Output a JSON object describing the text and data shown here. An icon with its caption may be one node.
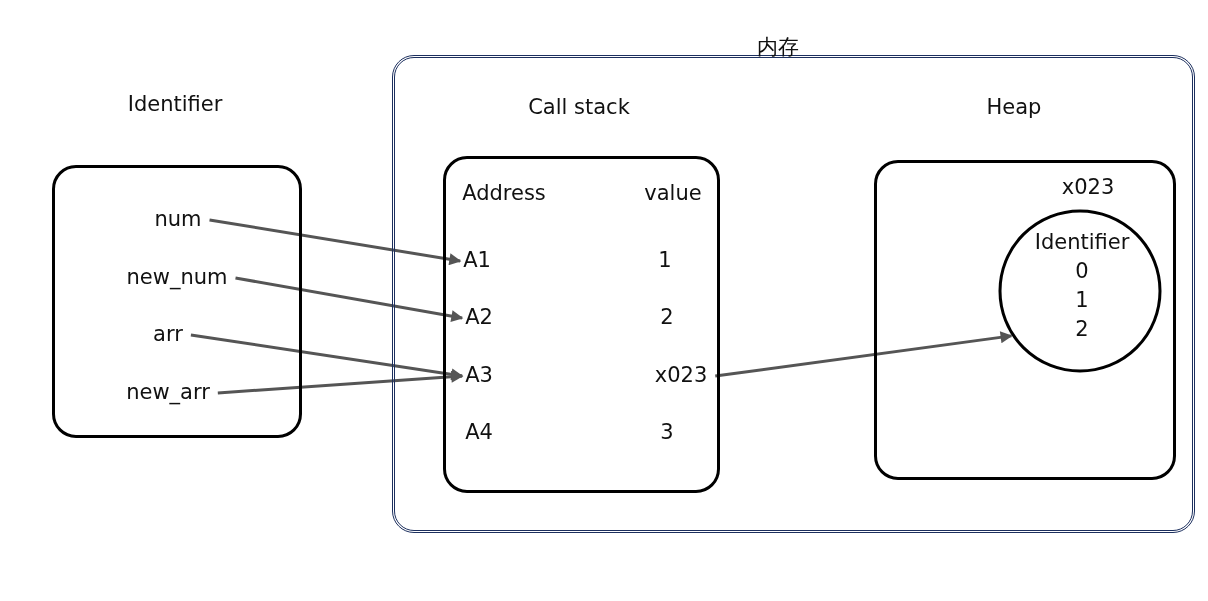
{
  "diagram": {
    "nodes": [
      {
        "text": [
          "内存"
        ]
      },
      {
        "text": [
          "Identifier"
        ]
      },
      {
        "text": [
          "num"
        ],
        "in": 1
      },
      {
        "text": [
          "new_num"
        ],
        "in": 1
      },
      {
        "text": [
          "arr"
        ],
        "in": 1
      },
      {
        "text": [
          "new_arr"
        ],
        "in": 1
      },
      {
        "text": [
          "Call stack",
          "Address",
          "value"
        ],
        "in": 0
      },
      {
        "text": [
          "A1"
        ],
        "in": 6
      },
      {
        "text": [
          "A2"
        ],
        "in": 6
      },
      {
        "text": [
          "A3"
        ],
        "in": 6
      },
      {
        "text": [
          "A4"
        ],
        "in": 6
      },
      {
        "text": [
          "1"
        ],
        "in": 6
      },
      {
        "text": [
          "2"
        ],
        "in": 6
      },
      {
        "text": [
          "x023"
        ],
        "in": 6
      },
      {
        "text": [
          "3"
        ],
        "in": 6
      },
      {
        "text": [
          "Heap",
          "x023"
        ],
        "in": 0
      },
      {
        "text": [
          "Identifier",
          "0",
          "1",
          "2"
        ],
        "in": 15
      }
    ],
    "edges": [
      {
        "from": 2,
        "to": 7,
        "arrow": "to"
      },
      {
        "from": 3,
        "to": 8,
        "arrow": "to"
      },
      {
        "from": 4,
        "to": 9,
        "arrow": "to"
      },
      {
        "from": 5,
        "to": 9,
        "arrow": "to"
      },
      {
        "from": 13,
        "to": 16,
        "arrow": "to"
      }
    ]
  }
}
